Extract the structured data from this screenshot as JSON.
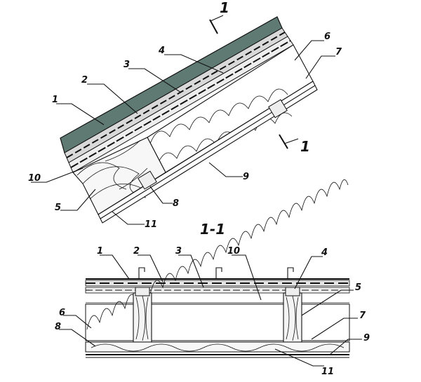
{
  "colors": {
    "roof_steel": "#5f7a73",
    "insulation": "#ffffff",
    "wood": "#f2f2f2",
    "ink": "#111111"
  },
  "section": {
    "cut_label_top": "1",
    "cut_label_bottom": "1",
    "title": "1-1"
  },
  "upper_labels": {
    "l1": "1",
    "l2": "2",
    "l3": "3",
    "l4": "4",
    "l5": "5",
    "l6": "6",
    "l7": "7",
    "l8": "8",
    "l9": "9",
    "l10": "10",
    "l11": "11"
  },
  "lower_labels": {
    "l1": "1",
    "l2": "2",
    "l3": "3",
    "l4": "4",
    "l5": "5",
    "l6": "6",
    "l7": "7",
    "l8": "8",
    "l9": "9",
    "l10": "10",
    "l11": "11"
  }
}
